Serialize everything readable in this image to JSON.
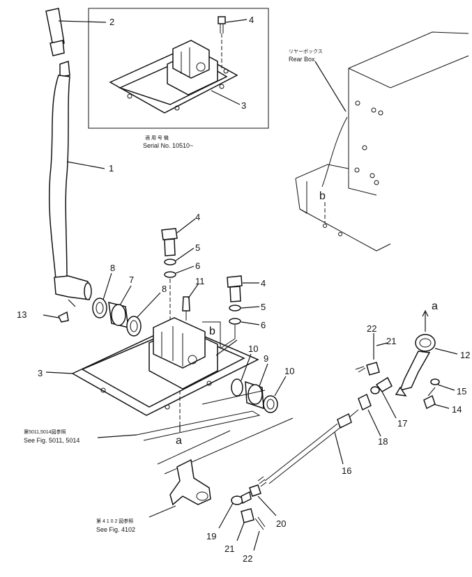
{
  "inset": {
    "note_jp": "適 用 号 機",
    "note_en": "Serial No. 10510~"
  },
  "rear_box": {
    "label_jp": "リヤーボックス",
    "label_en": "Rear Box"
  },
  "fig_5011": {
    "label_jp": "第5011,5014図参照",
    "label_en": "See Fig. 5011, 5014"
  },
  "fig_4102": {
    "label_jp": "第 4 1 0 2 図参照",
    "label_en": "See Fig. 4102"
  },
  "markers": {
    "a_top": "a",
    "a_bottom": "a",
    "b_box": "b",
    "b_bracket": "b"
  },
  "callouts": {
    "c1": "1",
    "c2": "2",
    "c3_inset": "3",
    "c3_main": "3",
    "c4_inset": "4",
    "c4_main": "4",
    "c4_right": "4",
    "c5_main": "5",
    "c5_right": "5",
    "c6_main": "6",
    "c6_right": "6",
    "c7": "7",
    "c8_left": "8",
    "c8_right": "8",
    "c9": "9",
    "c10_left": "10",
    "c10_right": "10",
    "c11": "11",
    "c12": "12",
    "c13": "13",
    "c14": "14",
    "c15": "15",
    "c16": "16",
    "c17": "17",
    "c18": "18",
    "c19": "19",
    "c20": "20",
    "c21_top": "21",
    "c21_bottom": "21",
    "c22_top": "22",
    "c22_bottom": "22"
  }
}
